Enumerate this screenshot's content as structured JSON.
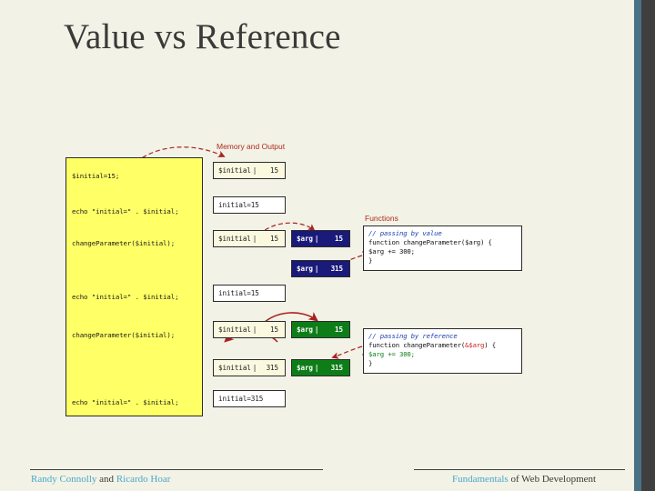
{
  "slide": {
    "title": "Value vs Reference",
    "background_color": "#f2f2e6",
    "accent_color": "#4aa8c8",
    "edge_teal_color": "#4a7285",
    "edge_dark_color": "#3f3f3f"
  },
  "footer": {
    "left_author_1": "Randy Connolly",
    "left_joiner": " and ",
    "left_author_2": "Ricardo Hoar",
    "right_book": "Fundamentals",
    "right_rest": " of Web Development"
  },
  "diagram": {
    "headings": {
      "memory": "Memory and Output",
      "functions": "Functions"
    },
    "code_lines": [
      "$initial=15;",
      "echo \"initial=\" . $initial;",
      "changeParameter($initial);",
      "echo \"initial=\" . $initial;",
      "changeParameter($initial);",
      "echo \"initial=\" . $initial;"
    ],
    "memory_boxes": [
      {
        "name": "$initial",
        "sep": "|",
        "value": "15",
        "kind": "memory"
      },
      {
        "name": "$initial",
        "sep": "|",
        "value": "15",
        "kind": "memory"
      },
      {
        "name": "$initial",
        "sep": "|",
        "value": "15",
        "kind": "memory"
      },
      {
        "name": "$initial",
        "sep": "|",
        "value": "315",
        "kind": "memory"
      }
    ],
    "output_boxes": [
      {
        "text": "initial=15"
      },
      {
        "text": "initial=15"
      },
      {
        "text": "initial=315"
      }
    ],
    "arg_boxes": [
      {
        "name": "$arg",
        "sep": "|",
        "value": "15",
        "kind": "value"
      },
      {
        "name": "$arg",
        "sep": "|",
        "value": "315",
        "kind": "value"
      },
      {
        "name": "$arg",
        "sep": "|",
        "value": "15",
        "kind": "reference"
      },
      {
        "name": "$arg",
        "sep": "|",
        "value": "315",
        "kind": "reference"
      }
    ],
    "functions": [
      {
        "comment": "// passing by value",
        "signature_pre": "function changeParameter(",
        "signature_param": "$arg",
        "signature_post": ") {",
        "body": "    $arg += 300;",
        "close": "}"
      },
      {
        "comment": "// passing by reference",
        "signature_pre": "function changeParameter(",
        "signature_param": "&$arg",
        "signature_post": ") {",
        "body": "    $arg += 300;",
        "close": "}"
      }
    ],
    "colors": {
      "code_panel": "#ffff66",
      "memory_box": "#fbf8e0",
      "output_box": "#ffffff",
      "value_box": "#1a1a7a",
      "reference_box": "#0d7d18",
      "arrow": "#aa2222",
      "heading": "#b02a1e"
    }
  }
}
